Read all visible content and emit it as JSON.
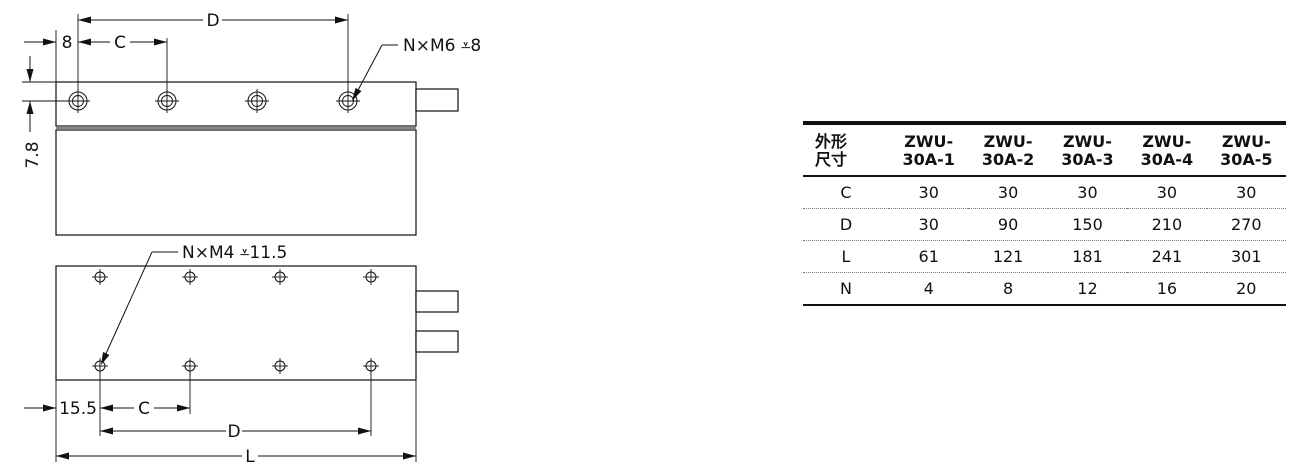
{
  "drawing": {
    "top_view": {
      "dim_8": "8",
      "dim_C": "C",
      "dim_D": "D",
      "dim_7_8": "7.8",
      "callout": "N×M6 ⩡8"
    },
    "bottom_view": {
      "callout": "N×M4 ⩡11.5",
      "dim_15_5": "15.5",
      "dim_C": "C",
      "dim_D": "D",
      "dim_L": "L"
    }
  },
  "table": {
    "corner_header": [
      "外形",
      "尺寸"
    ],
    "models": [
      [
        "ZWU-",
        "30A-1"
      ],
      [
        "ZWU-",
        "30A-2"
      ],
      [
        "ZWU-",
        "30A-3"
      ],
      [
        "ZWU-",
        "30A-4"
      ],
      [
        "ZWU-",
        "30A-5"
      ]
    ],
    "rows": [
      {
        "dim": "C",
        "values": [
          "30",
          "30",
          "30",
          "30",
          "30"
        ]
      },
      {
        "dim": "D",
        "values": [
          "30",
          "90",
          "150",
          "210",
          "270"
        ]
      },
      {
        "dim": "L",
        "values": [
          "61",
          "121",
          "181",
          "241",
          "301"
        ]
      },
      {
        "dim": "N",
        "values": [
          "4",
          "8",
          "12",
          "16",
          "20"
        ]
      }
    ]
  }
}
